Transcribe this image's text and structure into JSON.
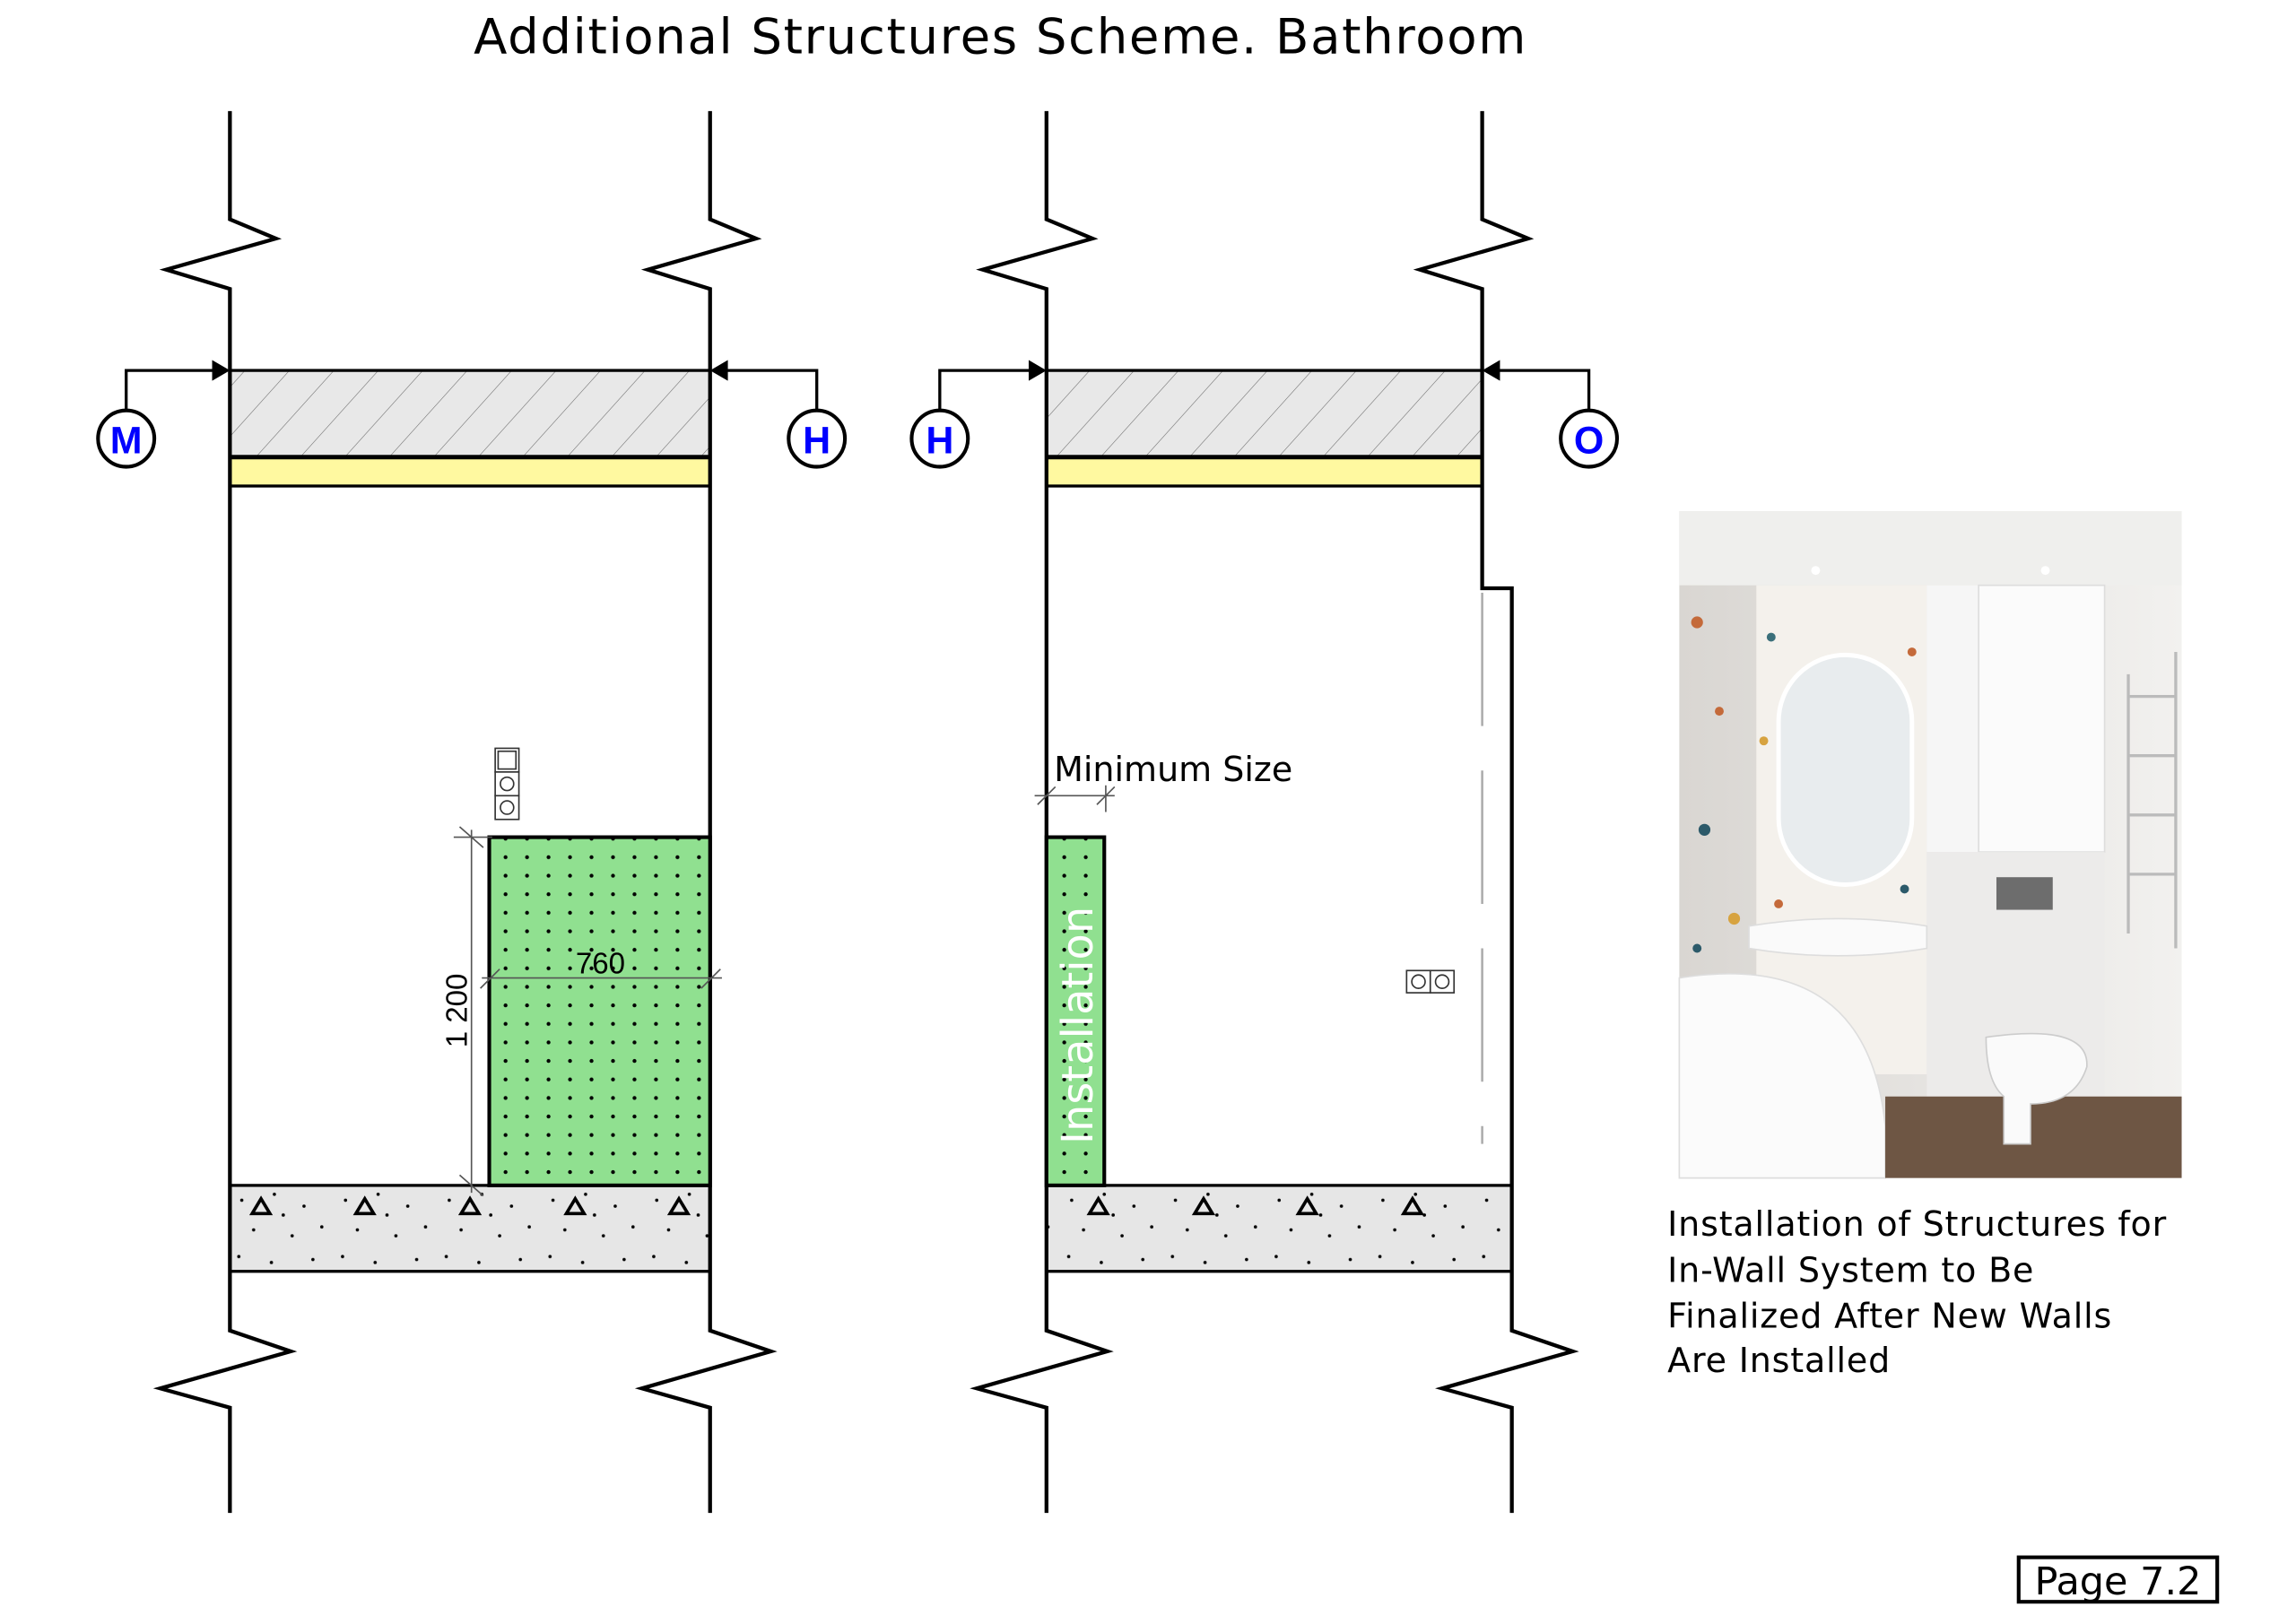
{
  "title": "Additional Structures Scheme. Bathroom",
  "left_section": {
    "marker_left": "M",
    "marker_right": "H",
    "dimension_height": "1 200",
    "dimension_width": "760"
  },
  "right_section": {
    "marker_left": "H",
    "marker_right": "O",
    "dimension_label": "Minimum Size",
    "installation_label": "Installation"
  },
  "caption": {
    "lines": [
      "Installation of Structures for",
      "In-Wall System to Be",
      "Finalized After New Walls",
      "Are Installed"
    ]
  },
  "page_label": "Page 7.2",
  "colors": {
    "marker": "#0000ff",
    "installation": "#90e090",
    "finish_layer": "#fff9a0",
    "slab": "#e8e8e8"
  }
}
